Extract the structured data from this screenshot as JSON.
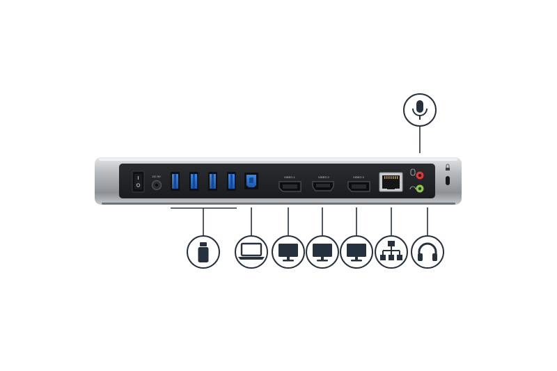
{
  "product": {
    "body_color": "#a7abae",
    "panel_color": "#202225",
    "icon_color": "#27313e",
    "usb_port_color": "#2c6fc9",
    "mic_jack_color": "#d93a3a",
    "audio_jack_color": "#8fc64a"
  },
  "port_labels": {
    "dc_in": "DC 5V",
    "video1": "VIDEO 1",
    "video2": "VIDEO 2",
    "video3": "VIDEO 3"
  },
  "callouts": [
    {
      "id": "usb",
      "icon": "usb-drive-icon"
    },
    {
      "id": "host",
      "icon": "laptop-icon"
    },
    {
      "id": "video1",
      "icon": "monitor-icon"
    },
    {
      "id": "video2",
      "icon": "monitor-icon"
    },
    {
      "id": "video3",
      "icon": "monitor-icon"
    },
    {
      "id": "ethernet",
      "icon": "network-icon"
    },
    {
      "id": "headset",
      "icon": "headphones-icon"
    },
    {
      "id": "microphone",
      "icon": "microphone-icon"
    }
  ]
}
